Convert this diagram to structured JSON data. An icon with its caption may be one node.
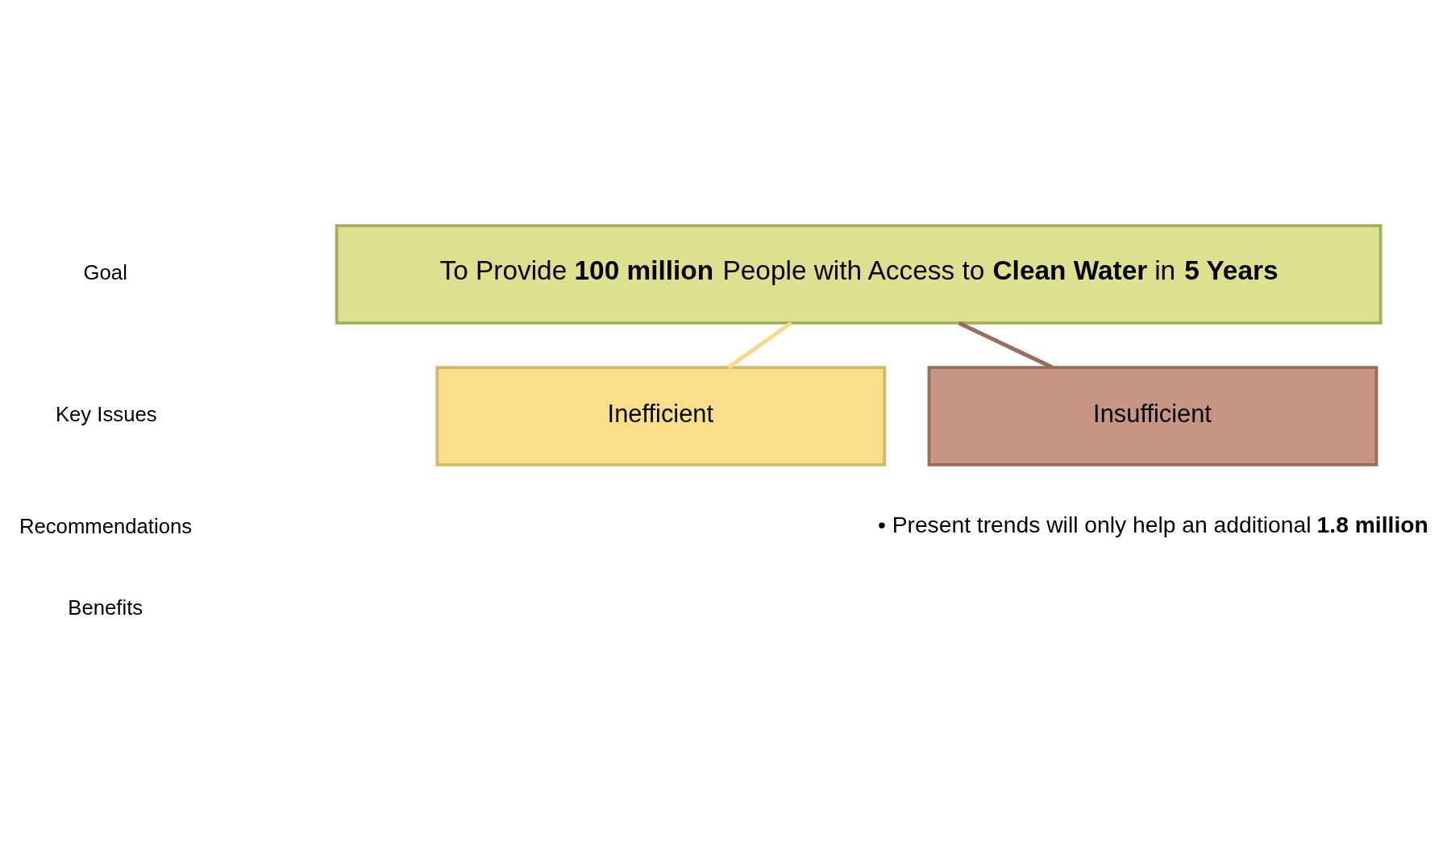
{
  "diagram": {
    "nodes": [
      {
        "text": [
          "To Provide **100 million** People with Access to **Clean Water** in **5 Years**"
        ]
      },
      {
        "text": [
          "Inefficient"
        ]
      },
      {
        "text": [
          "Insufficient"
        ],
        "beside": [
          "• Present trends will only help an additional **1.8 million**"
        ]
      }
    ],
    "edges": [
      {
        "from": 0,
        "to": 1,
        "arrow": "none",
        "color": "#f5d98a"
      },
      {
        "from": 0,
        "to": 2,
        "arrow": "none",
        "color": "#9b6b5e"
      }
    ],
    "labels": [
      "Goal",
      "Key Issues",
      "Recommendations",
      "Benefits"
    ]
  }
}
